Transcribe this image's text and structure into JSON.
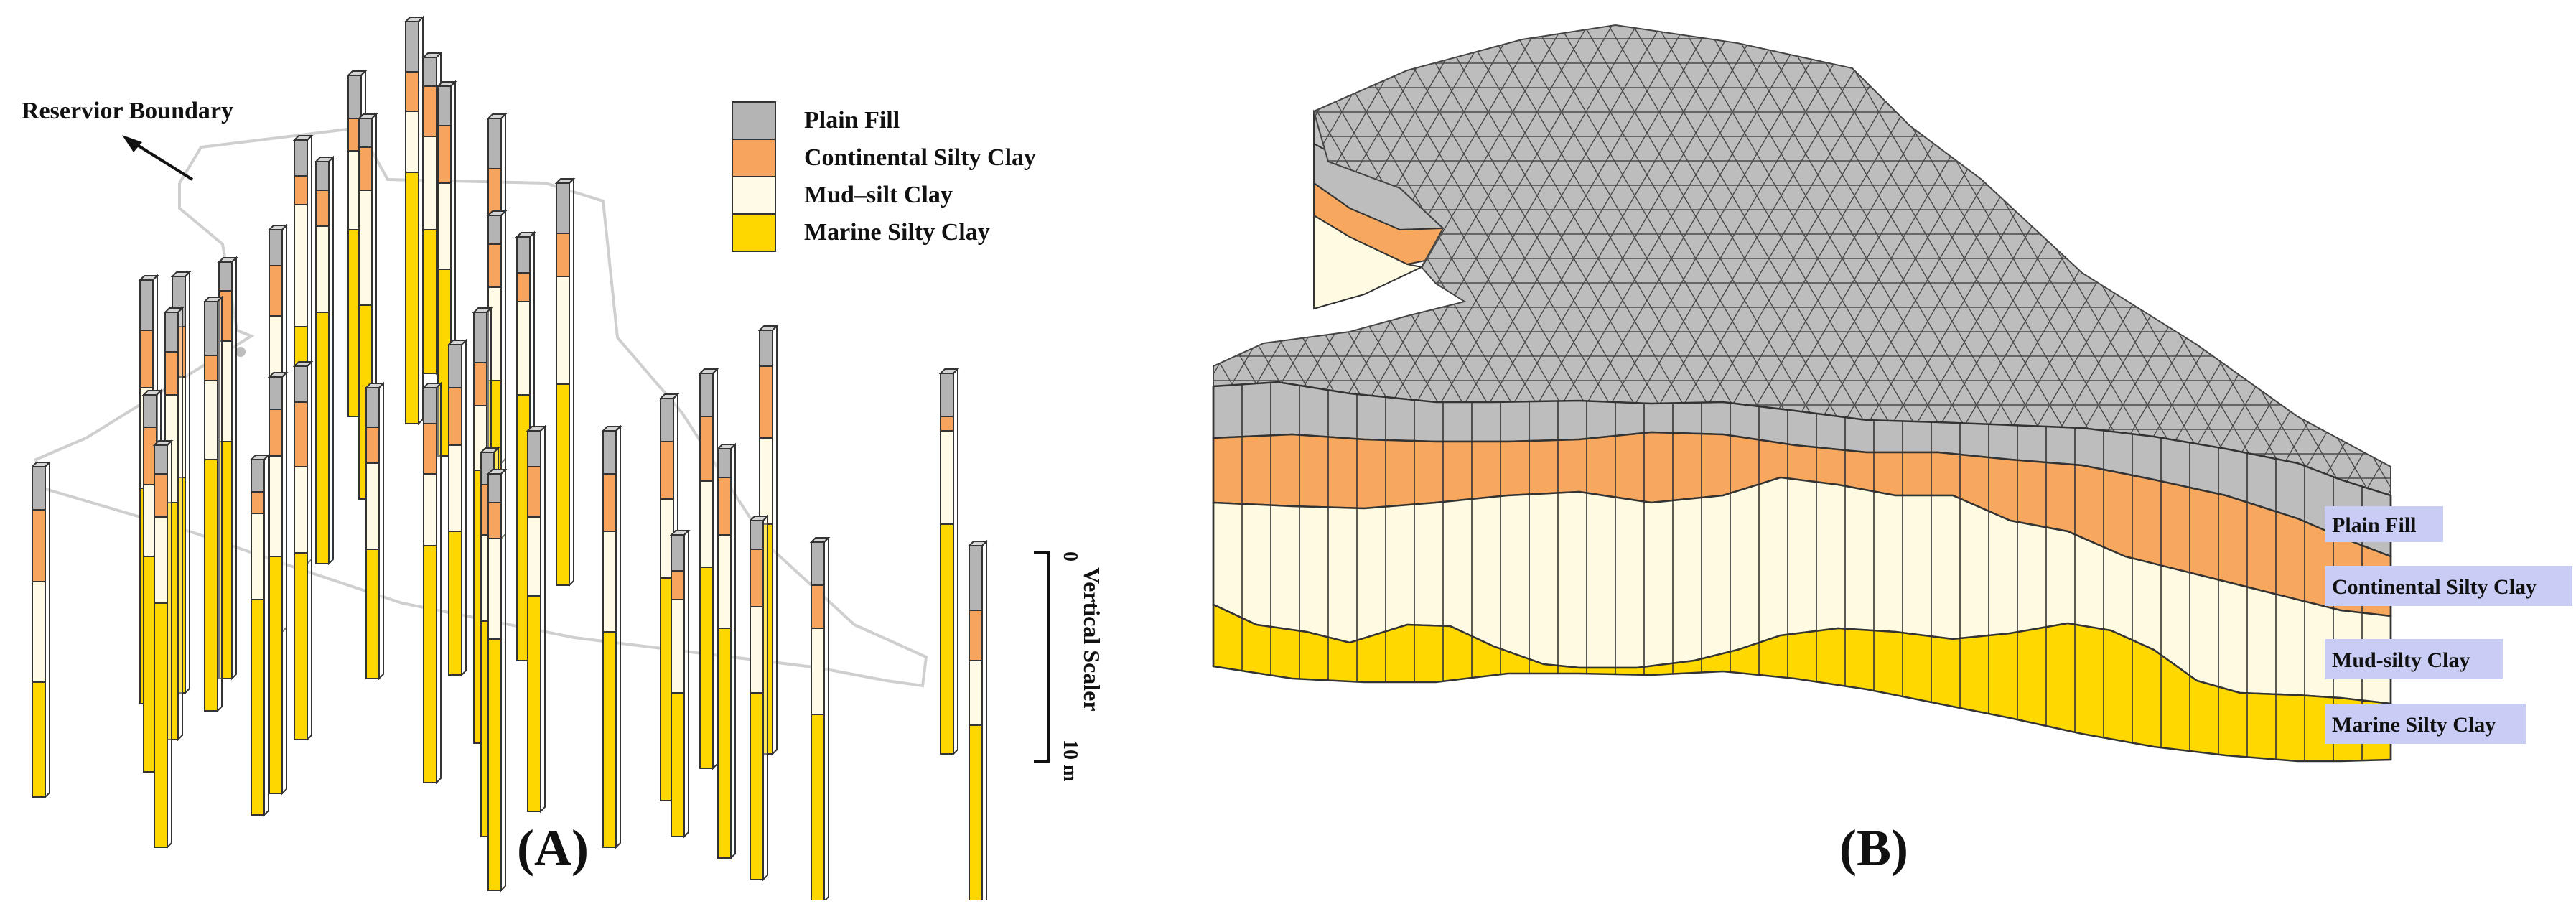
{
  "panel_a": {
    "label": "(A)",
    "boundary_label": "Reservior Boundary",
    "legend": [
      {
        "name": "Plain Fill",
        "color": "#b4b4b4"
      },
      {
        "name": "Continental Silty Clay",
        "color": "#f6a45e"
      },
      {
        "name": "Mud–silt Clay",
        "color": "#fffbe6"
      },
      {
        "name": "Marine Silty Clay",
        "color": "#ffd700"
      }
    ],
    "scale": {
      "title": "Vertical Scaler",
      "top": "0",
      "bottom": "10 m"
    }
  },
  "panel_b": {
    "label": "(B)",
    "layers": [
      {
        "name": "Plain Fill",
        "color": "#bdbdbd"
      },
      {
        "name": "Continental Silty Clay",
        "color": "#f8a85e"
      },
      {
        "name": "Mud-silty Clay",
        "color": "#fffbe3"
      },
      {
        "name": "Marine Silty Clay",
        "color": "#ffd800"
      }
    ],
    "tag_color": "#c9cdf5"
  }
}
